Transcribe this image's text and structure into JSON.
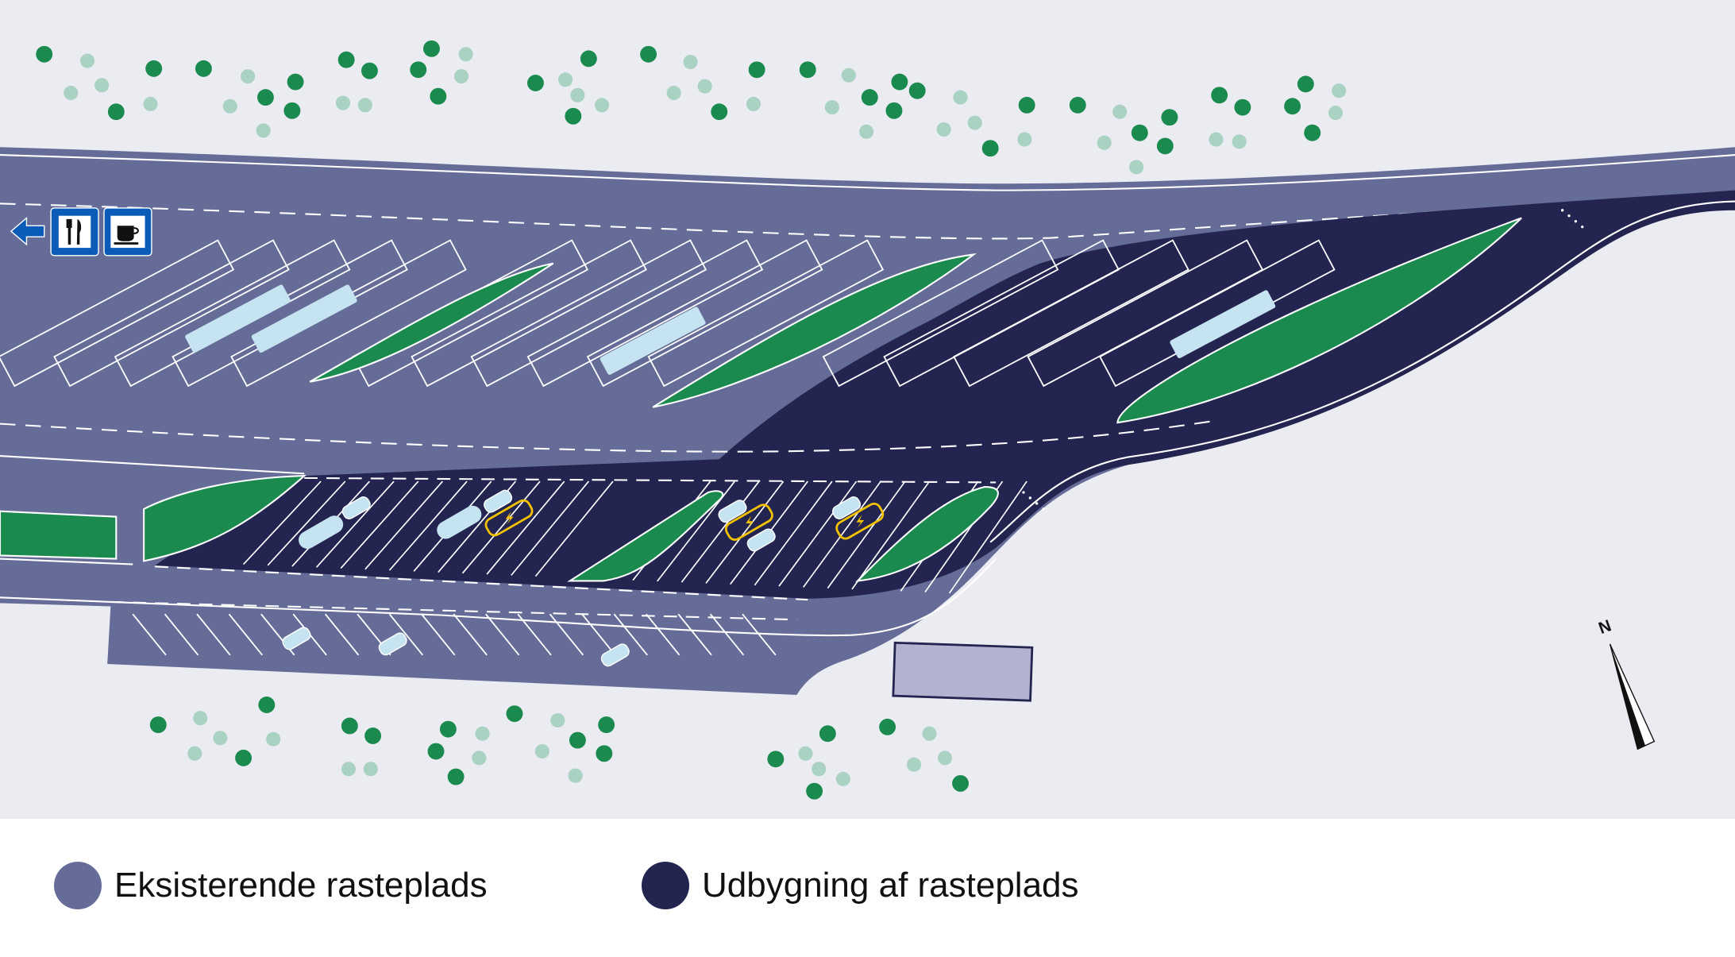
{
  "map": {
    "signs": [
      {
        "name": "direction-arrow",
        "icon": "arrow-left-icon"
      },
      {
        "name": "restaurant-sign",
        "icon": "fork-knife-icon"
      },
      {
        "name": "cafe-sign",
        "icon": "coffee-cup-icon"
      }
    ],
    "north_label": "N",
    "colors": {
      "background": "#ebebf2",
      "existing": "#646c97",
      "expansion": "#23244f",
      "green": "#1a8a4f",
      "light_tree": "#a9d2c3",
      "vehicle": "#c5e3f0",
      "charging": "#f2c200",
      "building": "#b3b3d1",
      "sign_blue": "#0a5cb8"
    }
  },
  "legend": [
    {
      "label": "Eksisterende rasteplads",
      "color": "#646c97"
    },
    {
      "label": "Udbygning af rasteplads",
      "color": "#23244f"
    }
  ]
}
